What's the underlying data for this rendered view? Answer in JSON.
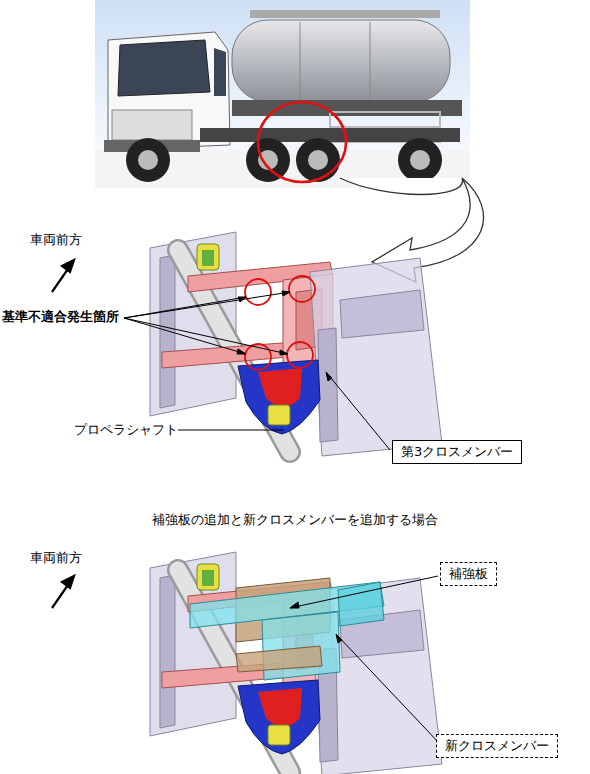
{
  "diagram": {
    "nodes": [
      {
        "text": [
          "第3クロスメンバー"
        ]
      },
      {
        "text": [
          "補強板"
        ]
      },
      {
        "text": [
          "新クロスメンバー"
        ]
      }
    ],
    "labels": [
      "車両前方",
      "基準不適合発生箇所",
      "プロペラシャフト",
      "補強板の追加と新クロスメンバーを追加する場合",
      "車両前方"
    ]
  }
}
